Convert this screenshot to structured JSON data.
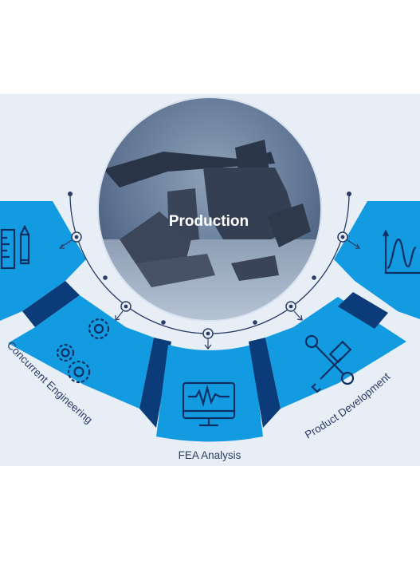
{
  "center": {
    "label": "Production"
  },
  "segments": [
    {
      "id": "tools",
      "label": "",
      "icon": "ruler-pencil-icon"
    },
    {
      "id": "concurrent",
      "label": "Concurrent Engineering",
      "icon": "gears-icon"
    },
    {
      "id": "fea",
      "label": "FEA Analysis",
      "icon": "monitor-waveform-icon"
    },
    {
      "id": "product",
      "label": "Product Development",
      "icon": "wrench-screwdriver-icon"
    },
    {
      "id": "analytics",
      "label": "",
      "icon": "chart-curve-icon"
    }
  ],
  "colors": {
    "band_background": "#e8eef6",
    "segment_blue": "#139be1",
    "segment_dark": "#0b3b78",
    "icon_stroke": "#0b2f63",
    "connector": "#2b3d66",
    "center_label": "#ffffff",
    "label_text": "#2b3d66"
  }
}
